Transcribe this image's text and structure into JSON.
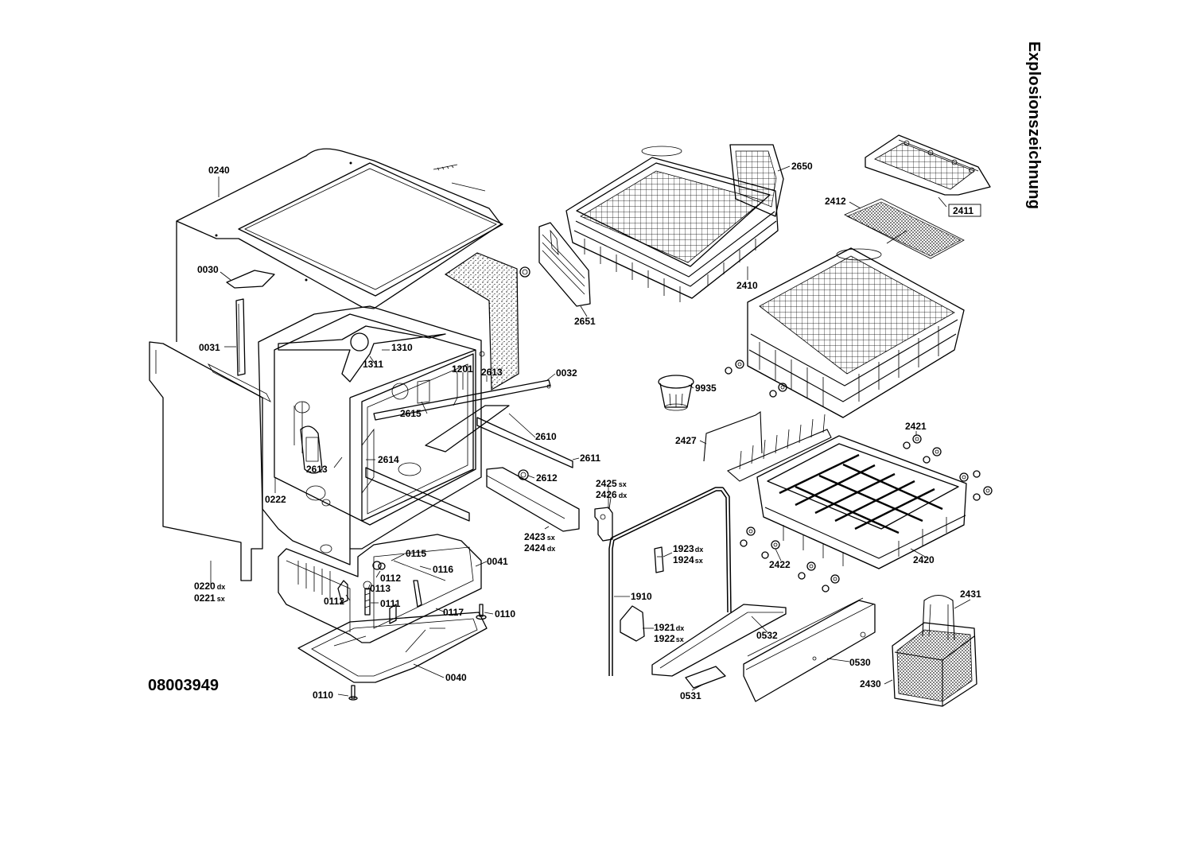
{
  "title": "Explosionszeichnung",
  "doc_number": "08003949",
  "labels": {
    "l0240": "0240",
    "l0030": "0030",
    "l0031": "0031",
    "l1310": "1310",
    "l1311": "1311",
    "l1201": "1201",
    "l2613a": "2613",
    "l0032": "0032",
    "l2615": "2615",
    "l2610": "2610",
    "l2611": "2611",
    "l2614": "2614",
    "l2613b": "2613",
    "l2612": "2612",
    "l0222": "0222",
    "l0220": "0220",
    "l0220s": "dx",
    "l0221": "0221",
    "l0221s": "sx",
    "l0115": "0115",
    "l0116": "0116",
    "l0041": "0041",
    "l0112a": "0112",
    "l0113": "0113",
    "l0112b": "0112",
    "l0111": "0111",
    "l0117": "0117",
    "l0110a": "0110",
    "l0040": "0040",
    "l0110b": "0110",
    "l2650": "2650",
    "l2651": "2651",
    "l2410": "2410",
    "l2412": "2412",
    "l2411": "2411",
    "l9935": "9935",
    "l2427": "2427",
    "l2421": "2421",
    "l2425": "2425",
    "l2425s": "sx",
    "l2426": "2426",
    "l2426s": "dx",
    "l2423": "2423",
    "l2423s": "sx",
    "l2424": "2424",
    "l2424s": "dx",
    "l1923": "1923",
    "l1923s": "dx",
    "l1924": "1924",
    "l1924s": "sx",
    "l2422": "2422",
    "l2420": "2420",
    "l1910": "1910",
    "l1921": "1921",
    "l1921s": "dx",
    "l1922": "1922",
    "l1922s": "sx",
    "l0532": "0532",
    "l0530": "0530",
    "l0531": "0531",
    "l2431": "2431",
    "l2430": "2430"
  }
}
